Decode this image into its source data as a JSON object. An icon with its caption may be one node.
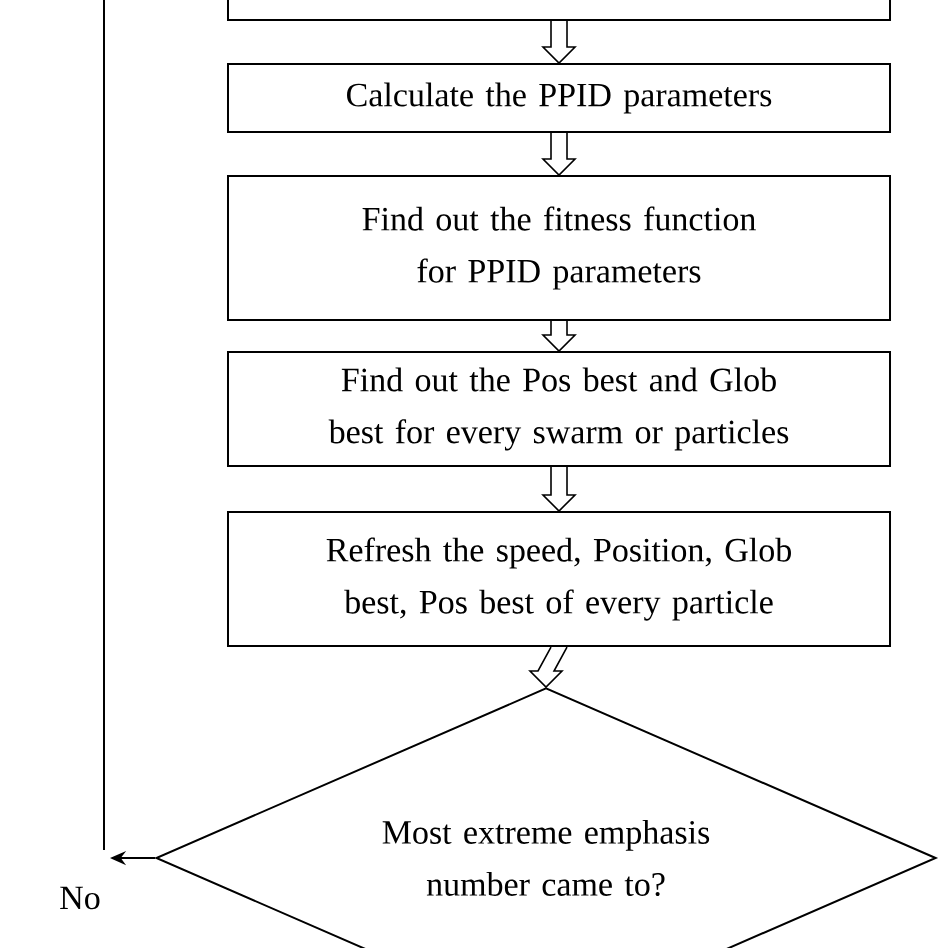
{
  "diagram": {
    "nodes": [
      {
        "text": [],
        "shape": "box"
      },
      {
        "text": [
          "Calculate the PPID parameters"
        ]
      },
      {
        "text": [
          "Find out the fitness function for PPID parameters"
        ]
      },
      {
        "text": [
          "Find out the Pos best and Glob best for every swarm or particles"
        ]
      },
      {
        "text": [
          "Refresh the speed, Position, Glob best, Pos best of every particle"
        ]
      },
      {
        "text": [
          "Most extreme emphasis number came to?"
        ]
      }
    ],
    "edges": [
      {
        "from": 0,
        "to": 1,
        "arrow": "to"
      },
      {
        "from": 1,
        "to": 2,
        "arrow": "to"
      },
      {
        "from": 2,
        "to": 3,
        "arrow": "to"
      },
      {
        "from": 3,
        "to": 4,
        "arrow": "to"
      },
      {
        "from": 4,
        "to": 5,
        "arrow": "to"
      },
      {
        "from": 5,
        "to": null,
        "arrow": "to",
        "label": "No"
      }
    ]
  }
}
